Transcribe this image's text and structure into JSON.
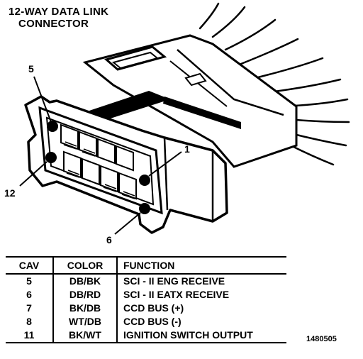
{
  "title": {
    "line1": "12-WAY DATA LINK",
    "line2": "CONNECTOR"
  },
  "callouts": {
    "c5": "5",
    "c1": "1",
    "c12": "12",
    "c6": "6"
  },
  "table": {
    "headers": {
      "cav": "CAV",
      "color": "COLOR",
      "function": "FUNCTION"
    },
    "rows": [
      {
        "cav": "5",
        "color": "DB/BK",
        "function": "SCI - II ENG RECEIVE"
      },
      {
        "cav": "6",
        "color": "DB/RD",
        "function": "SCI - II EATX RECEIVE"
      },
      {
        "cav": "7",
        "color": "BK/DB",
        "function": "CCD BUS (+)"
      },
      {
        "cav": "8",
        "color": "WT/DB",
        "function": "CCD BUS (-)"
      },
      {
        "cav": "11",
        "color": "BK/WT",
        "function": "IGNITION SWITCH OUTPUT"
      }
    ]
  },
  "part_number": "1480505"
}
